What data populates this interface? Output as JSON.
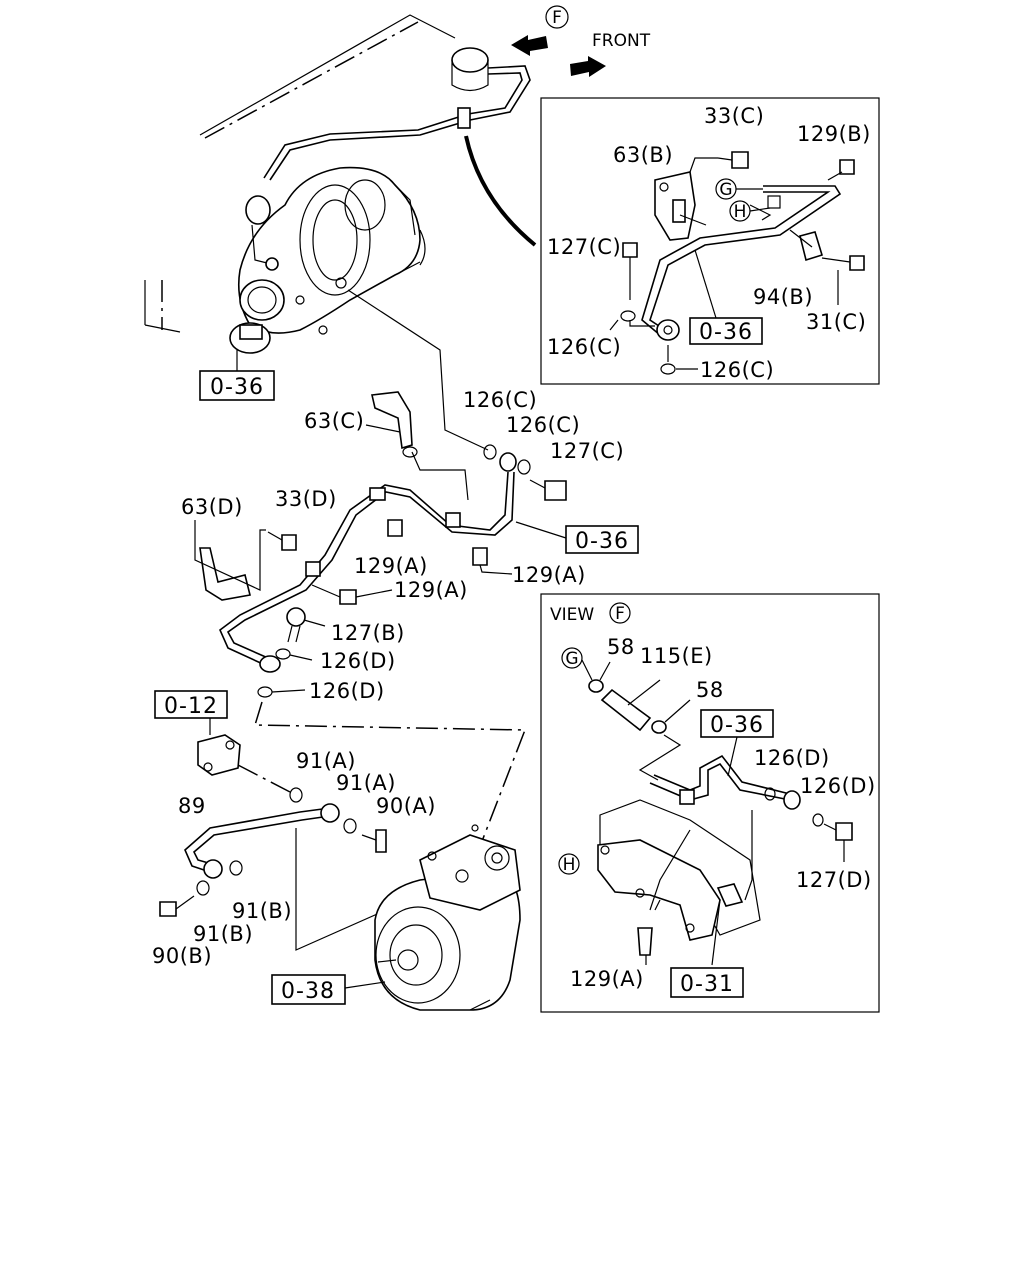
{
  "header": {
    "view_marker": "F",
    "front_label": "FRONT"
  },
  "refs": {
    "r036_main": "0-36",
    "r036_inset": "0-36",
    "r036_mid": "0-36",
    "r036_view": "0-36",
    "r012": "0-12",
    "r038": "0-38",
    "r031": "0-31"
  },
  "inset": {
    "l33c": "33(C)",
    "l129b": "129(B)",
    "l63b": "63(B)",
    "markG": "G",
    "markH": "H",
    "l127c": "127(C)",
    "l94b": "94(B)",
    "l31c": "31(C)",
    "l126c_a": "126(C)",
    "l126c_b": "126(C)"
  },
  "main": {
    "l126c_1": "126(C)",
    "l63c": "63(C)",
    "l126c_2": "126(C)",
    "l127c": "127(C)",
    "l63d": "63(D)",
    "l33d": "33(D)",
    "l129a_1": "129(A)",
    "l129a_2": "129(A)",
    "l129a_3": "129(A)",
    "l127b": "127(B)",
    "l126d_1": "126(D)",
    "l126d_2": "126(D)",
    "l91a_1": "91(A)",
    "l91a_2": "91(A)",
    "l90a": "90(A)",
    "l89": "89",
    "l91b_1": "91(B)",
    "l91b_2": "91(B)",
    "l90b": "90(B)"
  },
  "view": {
    "title": "VIEW",
    "marker": "F",
    "markG": "G",
    "markH": "H",
    "l58_1": "58",
    "l115e": "115(E)",
    "l58_2": "58",
    "l126d_1": "126(D)",
    "l126d_2": "126(D)",
    "l127d": "127(D)",
    "l129a": "129(A)"
  }
}
